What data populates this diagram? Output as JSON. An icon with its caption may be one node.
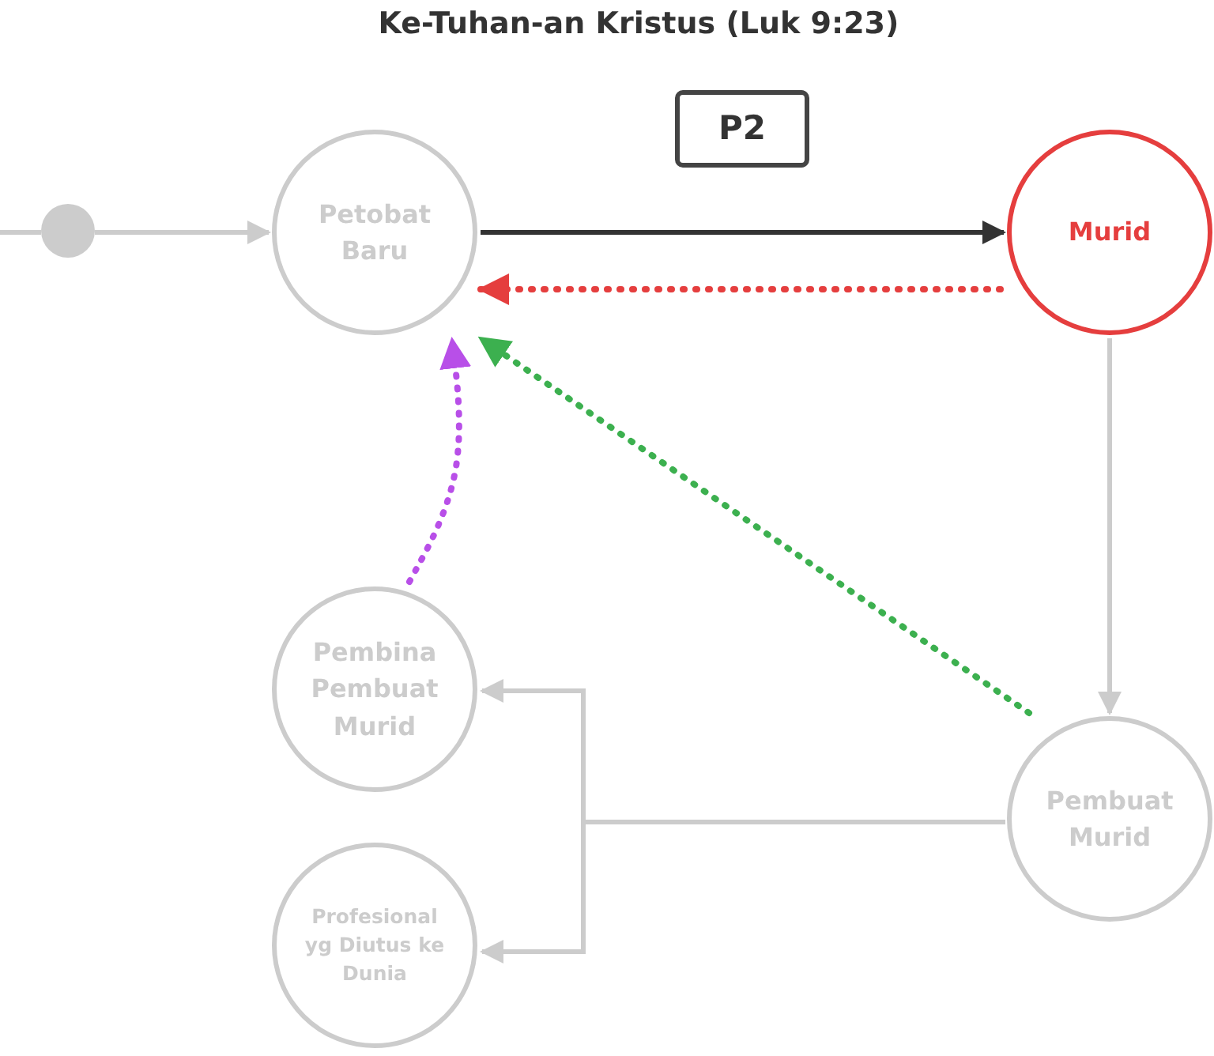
{
  "diagram": {
    "title": "Ke-Tuhan-an Kristus (Luk 9:23)",
    "nodes": [
      {
        "text": [],
        "shape": "circle"
      },
      {
        "text": [
          "Petobat Baru"
        ]
      },
      {
        "text": [
          "Murid"
        ]
      },
      {
        "text": [
          "Pembina Pembuat Murid"
        ]
      },
      {
        "text": [
          "Profesional yg Diutus ke Dunia"
        ]
      },
      {
        "text": [
          "Pembuat Murid"
        ]
      },
      {
        "text": [
          "P2"
        ]
      }
    ],
    "edges": [
      {
        "from": null,
        "to": 0,
        "arrow": "none"
      },
      {
        "from": 0,
        "to": 1,
        "arrow": "to"
      },
      {
        "from": 1,
        "to": 2,
        "arrow": "to",
        "color": "#333333"
      },
      {
        "from": 2,
        "to": 1,
        "arrow": "to",
        "style": "dashed",
        "color": "#e53e3e"
      },
      {
        "from": 5,
        "to": 1,
        "arrow": "to",
        "style": "dashed",
        "color": "#3cb04f"
      },
      {
        "from": 3,
        "to": 1,
        "arrow": "to",
        "style": "dashed",
        "color": "#b84fe8"
      },
      {
        "from": 2,
        "to": 5,
        "arrow": "to"
      },
      {
        "from": 5,
        "to": 3,
        "arrow": "to"
      },
      {
        "from": 5,
        "to": 4,
        "arrow": "to"
      }
    ]
  }
}
